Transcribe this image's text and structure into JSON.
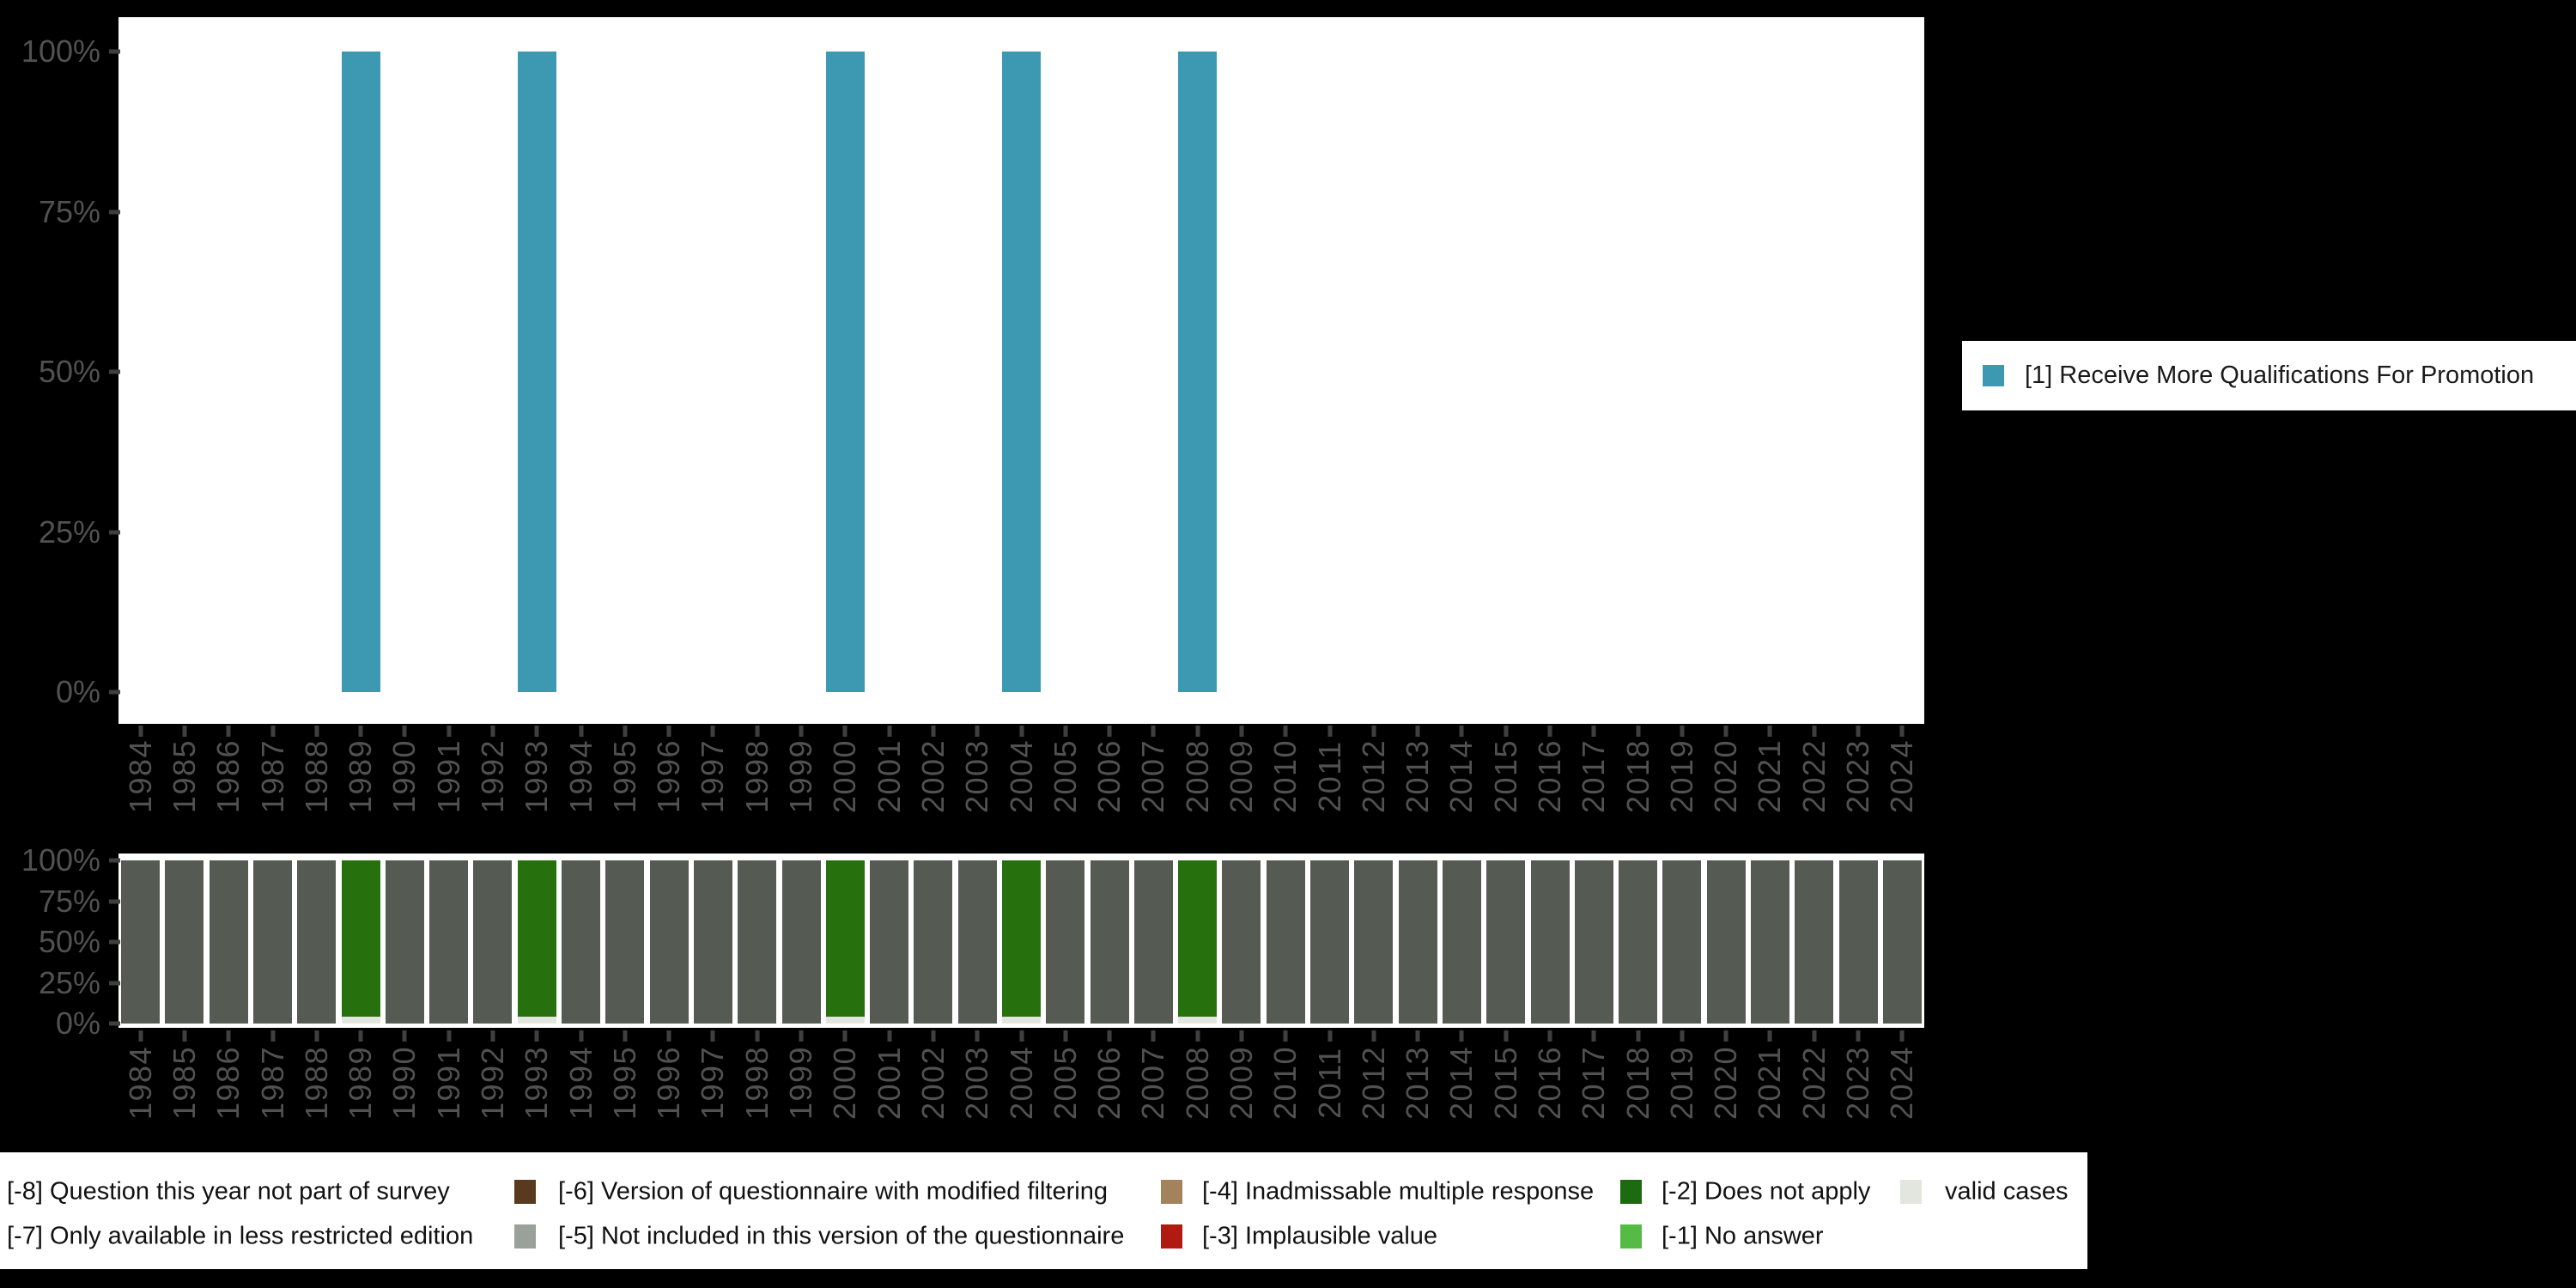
{
  "colors": {
    "background": "#000000",
    "plot_background": "#ffffff",
    "bar_teal": "#3d98b2",
    "not_part_of_survey_gray": "#555b52",
    "does_not_apply_green": "#26700d",
    "valid_cases_light": "#e2e6df",
    "axis_text": "#515151",
    "tick": "#3f3f3f",
    "legend_text": "#111111"
  },
  "legend_right": {
    "label": "[1] Receive More Qualifications For Promotion",
    "swatch_color": "#3d98b2"
  },
  "legend_bottom": {
    "rows": [
      [
        {
          "label": "[-8] Question this year not part of survey",
          "swatch": null
        },
        {
          "label": "[-6] Version of questionnaire with modified filtering",
          "swatch": "#5a3a1e"
        },
        {
          "label": "[-4] Inadmissable multiple response",
          "swatch": "#a3825c"
        },
        {
          "label": "[-2] Does not apply",
          "swatch": "#1d6b10"
        },
        {
          "label": "valid cases",
          "swatch": "#e2e6df"
        }
      ],
      [
        {
          "label": "[-7] Only available in less restricted edition",
          "swatch": null
        },
        {
          "label": "[-5] Not included in this version of the questionnaire",
          "swatch": "#9aa09a"
        },
        {
          "label": "[-3] Implausible value",
          "swatch": "#b01a10"
        },
        {
          "label": "[-1] No answer",
          "swatch": "#55bb44"
        }
      ]
    ]
  },
  "chart_data": [
    {
      "type": "bar",
      "title": "",
      "xlabel": "",
      "ylabel": "",
      "ylim": [
        0,
        100
      ],
      "yticks": [
        "0%",
        "25%",
        "50%",
        "75%",
        "100%"
      ],
      "legend_position": "right",
      "grid": false,
      "categories": [
        1984,
        1985,
        1986,
        1987,
        1988,
        1989,
        1990,
        1991,
        1992,
        1993,
        1994,
        1995,
        1996,
        1997,
        1998,
        1999,
        2000,
        2001,
        2002,
        2003,
        2004,
        2005,
        2006,
        2007,
        2008,
        2009,
        2010,
        2011,
        2012,
        2013,
        2014,
        2015,
        2016,
        2017,
        2018,
        2019,
        2020,
        2021,
        2022,
        2023,
        2024
      ],
      "series": [
        {
          "name": "[1] Receive More Qualifications For Promotion",
          "color": "#3d98b2",
          "values": [
            0,
            0,
            0,
            0,
            0,
            100,
            0,
            0,
            0,
            100,
            0,
            0,
            0,
            0,
            0,
            0,
            100,
            0,
            0,
            0,
            100,
            0,
            0,
            0,
            100,
            0,
            0,
            0,
            0,
            0,
            0,
            0,
            0,
            0,
            0,
            0,
            0,
            0,
            0,
            0,
            0
          ]
        }
      ]
    },
    {
      "type": "stacked_bar_100",
      "title": "",
      "xlabel": "",
      "ylabel": "",
      "ylim": [
        0,
        100
      ],
      "yticks": [
        "0%",
        "25%",
        "50%",
        "75%",
        "100%"
      ],
      "grid": false,
      "stack_order": "bottom_to_top",
      "categories": [
        1984,
        1985,
        1986,
        1987,
        1988,
        1989,
        1990,
        1991,
        1992,
        1993,
        1994,
        1995,
        1996,
        1997,
        1998,
        1999,
        2000,
        2001,
        2002,
        2003,
        2004,
        2005,
        2006,
        2007,
        2008,
        2009,
        2010,
        2011,
        2012,
        2013,
        2014,
        2015,
        2016,
        2017,
        2018,
        2019,
        2020,
        2021,
        2022,
        2023,
        2024
      ],
      "series": [
        {
          "name": "valid cases",
          "color": "#e2e6df",
          "values": [
            0,
            0,
            0,
            0,
            0,
            4,
            0,
            0,
            0,
            4,
            0,
            0,
            0,
            0,
            0,
            0,
            4,
            0,
            0,
            0,
            4,
            0,
            0,
            0,
            4,
            0,
            0,
            0,
            0,
            0,
            0,
            0,
            0,
            0,
            0,
            0,
            0,
            0,
            0,
            0,
            0
          ]
        },
        {
          "name": "[-2] Does not apply",
          "color": "#26700d",
          "values": [
            0,
            0,
            0,
            0,
            0,
            96,
            0,
            0,
            0,
            96,
            0,
            0,
            0,
            0,
            0,
            0,
            96,
            0,
            0,
            0,
            96,
            0,
            0,
            0,
            96,
            0,
            0,
            0,
            0,
            0,
            0,
            0,
            0,
            0,
            0,
            0,
            0,
            0,
            0,
            0,
            0
          ]
        },
        {
          "name": "[-8] Question this year not part of survey",
          "color": "#555b52",
          "values": [
            100,
            100,
            100,
            100,
            100,
            0,
            100,
            100,
            100,
            0,
            100,
            100,
            100,
            100,
            100,
            100,
            0,
            100,
            100,
            100,
            0,
            100,
            100,
            100,
            0,
            100,
            100,
            100,
            100,
            100,
            100,
            100,
            100,
            100,
            100,
            100,
            100,
            100,
            100,
            100,
            100
          ]
        }
      ]
    }
  ]
}
